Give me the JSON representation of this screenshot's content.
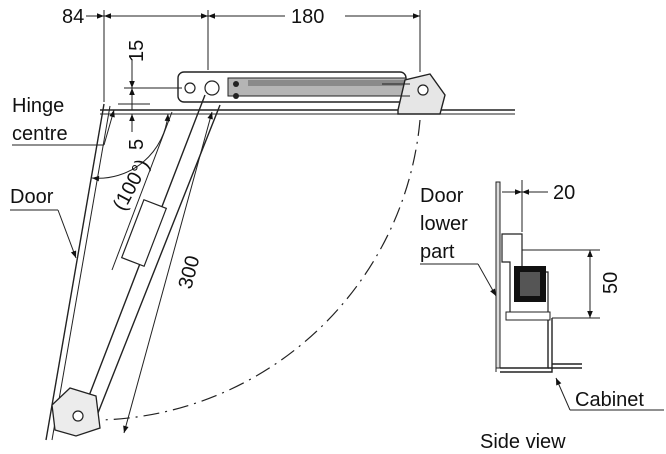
{
  "dimensions": {
    "offset_84": "84",
    "length_180": "180",
    "height_15": "15",
    "height_5": "5",
    "angle_100": "(100°)",
    "reach_300": "300",
    "side_20": "20",
    "side_50": "50"
  },
  "labels": {
    "hinge_centre_line1": "Hinge",
    "hinge_centre_line2": "centre",
    "door": "Door",
    "door_lower_part_line1": "Door",
    "door_lower_part_line2": "lower",
    "door_lower_part_line3": "part",
    "cabinet": "Cabinet",
    "side_view": "Side view"
  }
}
